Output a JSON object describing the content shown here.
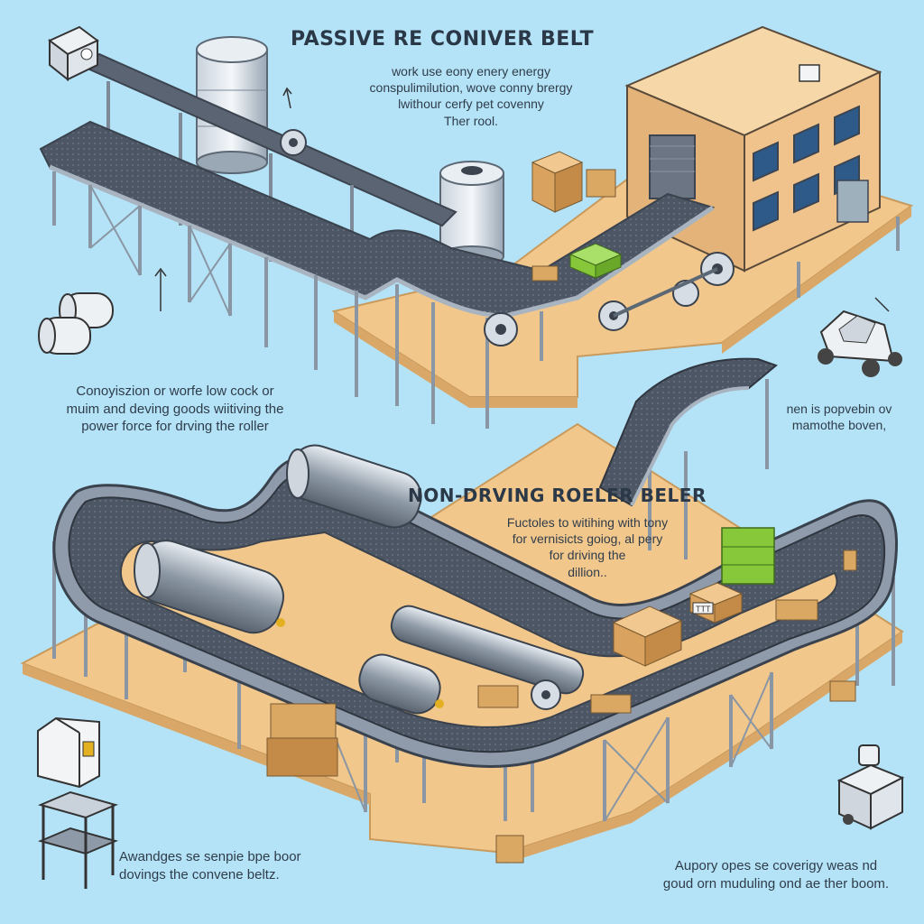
{
  "titles": {
    "top": "PASSIVE RE CONIVER BELT",
    "middle": "NON-DRVING ROELER BELER"
  },
  "captions": {
    "top": [
      "work use eony enery energy",
      "conspulimilution, wove conny brergy",
      "lwithour cerfy pet covenny",
      "Ther rool."
    ],
    "left": [
      "Conoyiszion or worfe low cock or",
      "muim and deving goods wiitiving the",
      "power force for drving the roller"
    ],
    "right": [
      "nen is popvebin ov",
      "mamothe boven,"
    ],
    "middle": [
      "Fuctoles to witihing with tony",
      "for vernisicts goiog, al pery",
      "for driving the",
      "dillion.."
    ],
    "bottom_left": [
      "Awandges se senpie bpe boor",
      "dovings the convene beltz."
    ],
    "bottom_right": [
      "Aupory opes se coverigy weas nd",
      "goud orn muduling ond ae ther boom."
    ]
  },
  "sign_text": "TTT",
  "icons": [
    "motor-icon",
    "roller-pair-icon",
    "utility-cart-icon",
    "gearbox-icon",
    "shelf-rack-icon",
    "electric-motor-icon"
  ],
  "colors": {
    "background": "#b4e3f7",
    "floor": "#f2c78c",
    "belt": "#4a5462",
    "frame": "#9aa6b4",
    "building": "#f0c38d",
    "box": "#dba863",
    "green_box": "#86c83a"
  }
}
